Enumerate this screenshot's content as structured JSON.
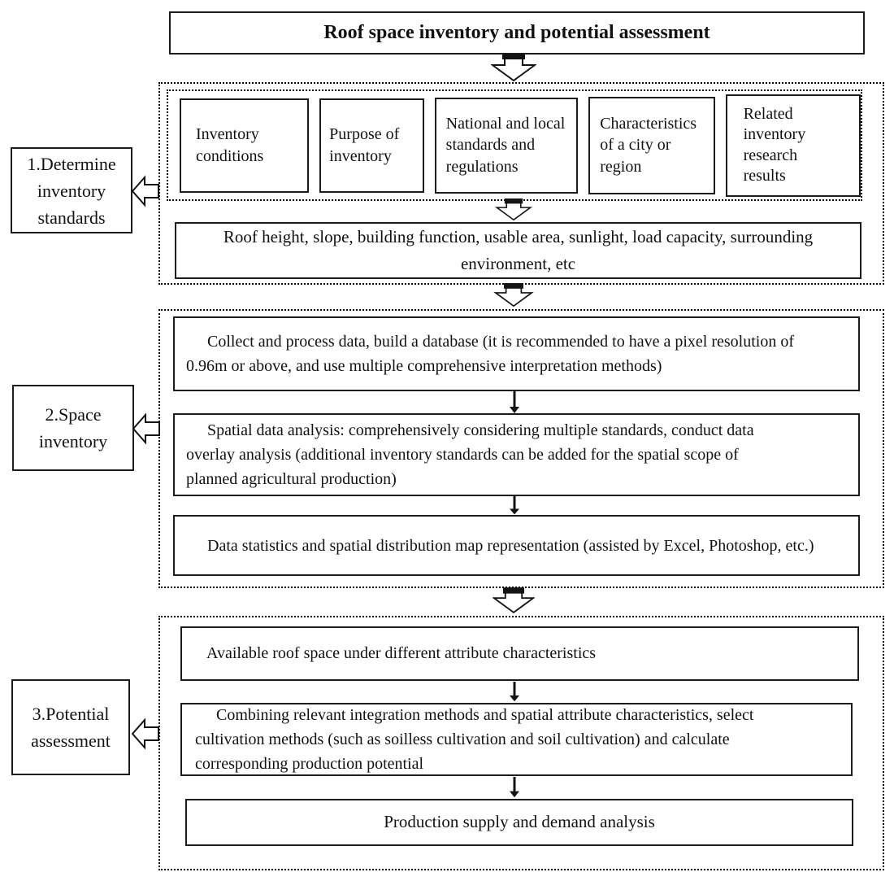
{
  "title": "Roof space inventory and potential assessment",
  "colors": {
    "line": "#141414",
    "background": "#ffffff",
    "text": "#111111"
  },
  "section1": {
    "label": "1.Determine inventory standards",
    "criteria_boxes": [
      "Inventory conditions",
      "Purpose of inventory",
      "National and local standards and regulations",
      "Characteristics of a city or region",
      "Related inventory research results"
    ],
    "result_box": "Roof height, slope, building function, usable area, sunlight, load capacity, surrounding environment, etc"
  },
  "section2": {
    "label": "2.Space inventory",
    "steps": [
      "Collect and process data, build a database (it is recommended to have a pixel resolution of 0.96m or above, and use multiple comprehensive interpretation methods)",
      "Spatial data analysis: comprehensively considering multiple standards, conduct data overlay analysis (additional inventory standards can be added for the spatial scope of planned agricultural production)",
      "Data statistics and spatial distribution map representation (assisted by Excel, Photoshop, etc.)"
    ]
  },
  "section3": {
    "label": "3.Potential assessment",
    "steps": [
      "Available roof space under different attribute characteristics",
      "Combining relevant integration methods and spatial attribute characteristics, select cultivation methods (such as soilless cultivation and soil cultivation) and calculate corresponding production potential",
      "Production supply and demand analysis"
    ]
  }
}
